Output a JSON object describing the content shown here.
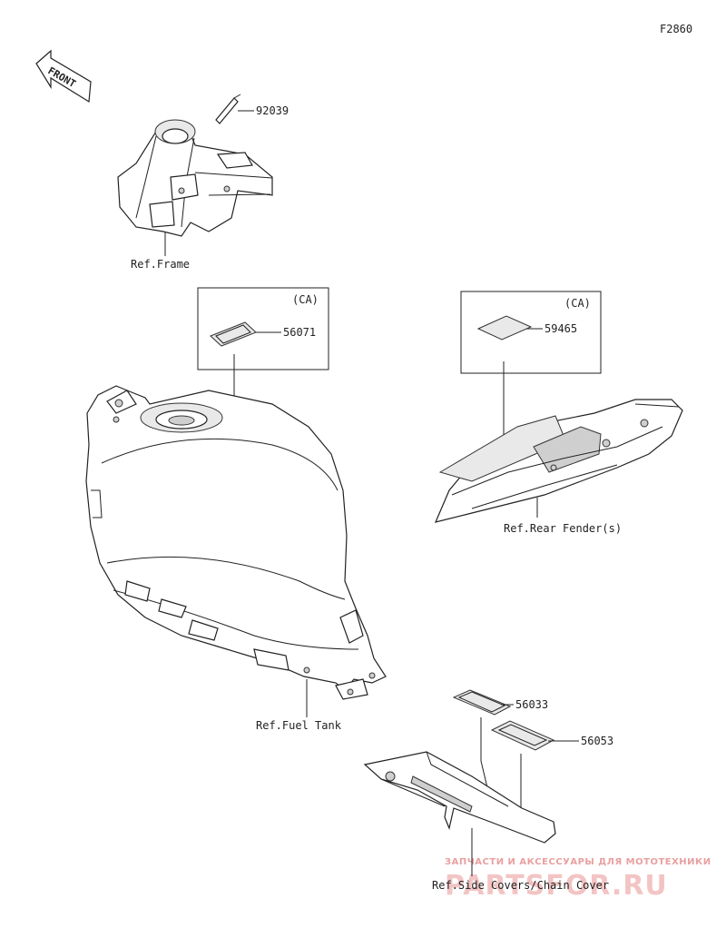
{
  "figure_code": "F2860",
  "front_arrow": {
    "label": "FRONT"
  },
  "callouts": {
    "p92039": "92039",
    "p56071": "56071",
    "p59465": "59465",
    "p56033": "56033",
    "p56053": "56053",
    "ca_left": "(CA)",
    "ca_right": "(CA)"
  },
  "references": {
    "frame": "Ref.Frame",
    "rear_fender": "Ref.Rear Fender(s)",
    "fuel_tank": "Ref.Fuel Tank",
    "side_covers": "Ref.Side Covers/Chain Cover"
  },
  "watermark": {
    "subtitle": "ЗАПЧАСТИ И АКСЕССУАРЫ ДЛЯ МОТОТЕХНИКИ",
    "brand": "PARTSFOR.RU"
  }
}
